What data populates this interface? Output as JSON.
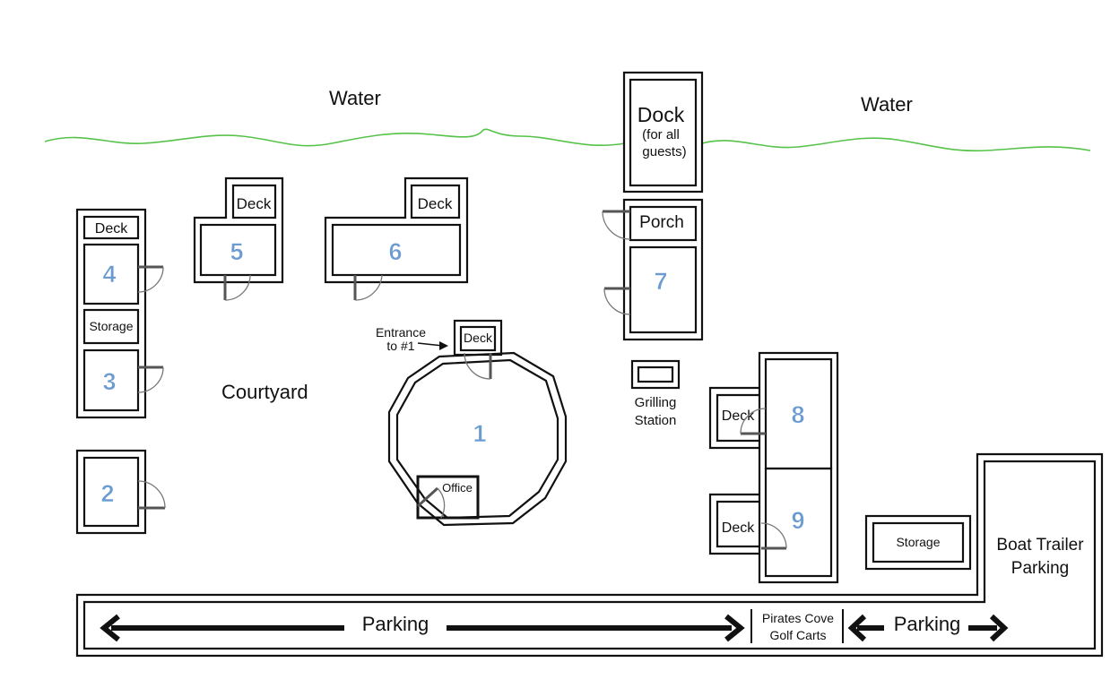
{
  "labels": {
    "water_left": "Water",
    "water_right": "Water",
    "dock": "Dock",
    "dock_note_1": "(for all",
    "dock_note_2": "guests)",
    "deck": "Deck",
    "storage": "Storage",
    "porch": "Porch",
    "courtyard": "Courtyard",
    "entrance_1": "Entrance",
    "entrance_2": "to #1",
    "office": "Office",
    "grilling_1": "Grilling",
    "grilling_2": "Station",
    "boat_1": "Boat Trailer",
    "boat_2": "Parking",
    "parking": "Parking",
    "carts_1": "Pirates Cove",
    "carts_2": "Golf Carts"
  },
  "units": [
    "1",
    "2",
    "3",
    "4",
    "5",
    "6",
    "7",
    "8",
    "9"
  ],
  "colors": {
    "shoreline": "#57c24a",
    "unit_number": "#6b9bd1",
    "walls": "#111111"
  }
}
